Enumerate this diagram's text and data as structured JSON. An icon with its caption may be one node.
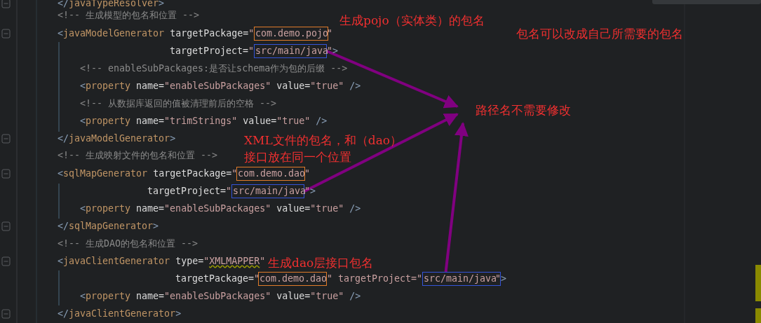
{
  "diagram": {
    "nodes": [
      {
        "text": [
          "com.demo.pojo"
        ]
      },
      {
        "text": [
          "src/main/java"
        ]
      },
      {
        "text": [
          "com.demo.dao"
        ]
      },
      {
        "text": [
          "src/main/java"
        ]
      },
      {
        "text": [
          "com.demo.dao"
        ]
      },
      {
        "text": [
          "src/main/java"
        ]
      },
      {
        "text": [
          "路径名不需要修改"
        ]
      }
    ],
    "edges": [
      {
        "from": 1,
        "to": 6,
        "arrow": "to"
      },
      {
        "from": 3,
        "to": 6,
        "arrow": "to"
      },
      {
        "from": 5,
        "to": 6,
        "arrow": "to"
      }
    ],
    "labels": [
      "</javaTypeResolver>",
      "<!-- 生成模型的包名和位置 -->",
      "<javaModelGenerator targetPackage=\"",
      "\"",
      "targetProject=\"",
      "\">",
      "<!-- enableSubPackages:是否让schema作为包的后缀 -->",
      "<property name=\"enableSubPackages\" value=\"true\" />",
      "<!-- 从数据库返回的值被清理前后的空格 -->",
      "<property name=\"trimStrings\" value=\"true\" />",
      "</javaModelGenerator>",
      "<!-- 生成映射文件的包名和位置 -->",
      "<sqlMapGenerator targetPackage=\"",
      "\"",
      "targetProject=\"",
      "\">",
      "<property name=\"enableSubPackages\" value=\"true\" />",
      "</sqlMapGenerator>",
      "<!-- 生成DAO的包名和位置 -->",
      "<javaClientGenerator type=\"XMLMAPPER\"",
      "targetPackage=\"",
      "\" targetProject=\"",
      "\">",
      "<property name=\"enableSubPackages\" value=\"true\" />",
      "</javaClientGenerator>",
      "生成pojo（实体类）的包名",
      "包名可以改成自己所需要的包名",
      "XML文件的包名，和（dao）",
      "接口放在同一个位置",
      "生成dao层接口包名"
    ]
  }
}
